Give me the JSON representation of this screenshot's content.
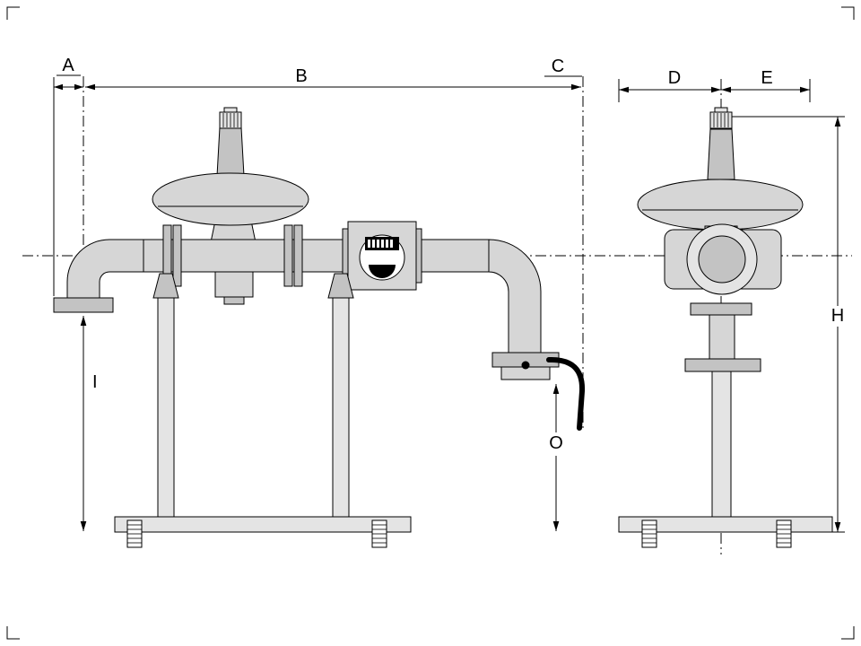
{
  "dimensions": {
    "A": "A",
    "B": "B",
    "C": "C",
    "D": "D",
    "E": "E",
    "H": "H",
    "I": "I",
    "O": "O"
  },
  "colors": {
    "background": "#ffffff",
    "line": "#000000",
    "metal_light": "#e4e4e4",
    "metal": "#d6d6d6",
    "metal_dark": "#c3c3c3",
    "dial_face": "#ffffff",
    "meter_display": "#000000",
    "valve_handle": "#000000"
  }
}
